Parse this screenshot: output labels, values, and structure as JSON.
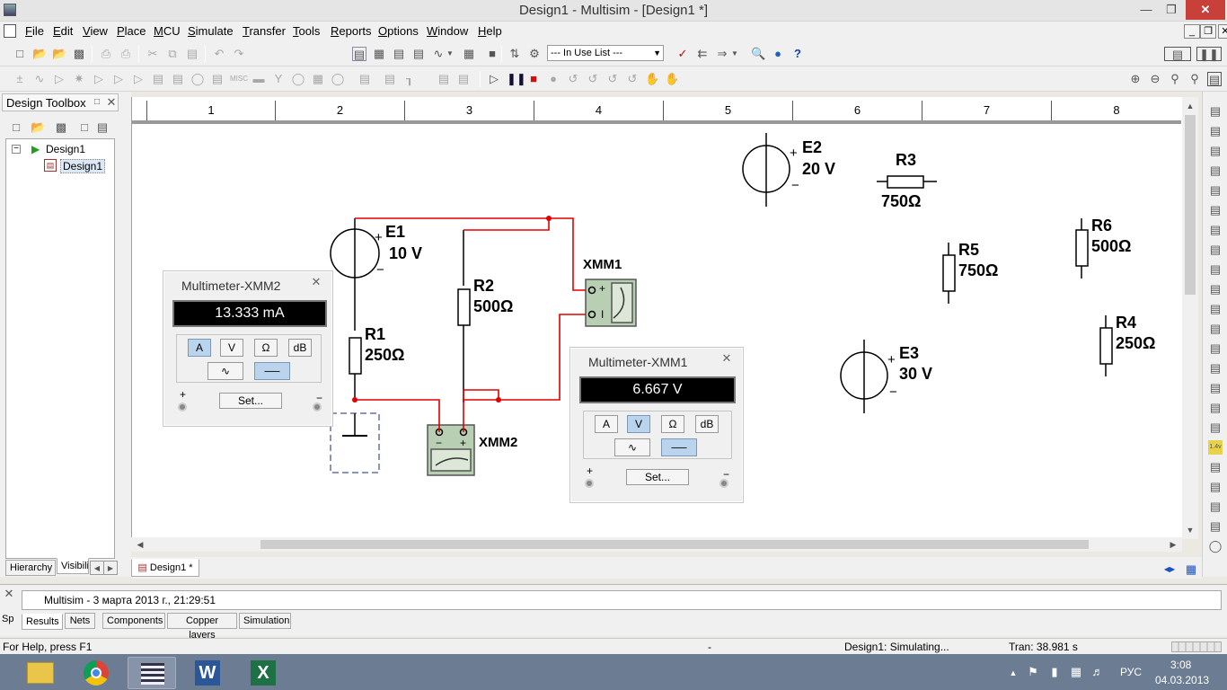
{
  "window": {
    "title": "Design1 - Multisim - [Design1 *]"
  },
  "menu": [
    "File",
    "Edit",
    "View",
    "Place",
    "MCU",
    "Simulate",
    "Transfer",
    "Tools",
    "Reports",
    "Options",
    "Window",
    "Help"
  ],
  "toolbar": {
    "in_use_list": "--- In Use List ---"
  },
  "toolbox": {
    "title": "Design Toolbox",
    "tree": {
      "root": "Design1",
      "child": "Design1"
    },
    "tabs": [
      "Hierarchy",
      "Visibili"
    ]
  },
  "ruler": [
    "1",
    "2",
    "3",
    "4",
    "5",
    "6",
    "7",
    "8"
  ],
  "schematic": {
    "E1": {
      "name": "E1",
      "value": "10 V"
    },
    "E2": {
      "name": "E2",
      "value": "20 V"
    },
    "E3": {
      "name": "E3",
      "value": "30 V"
    },
    "R1": {
      "name": "R1",
      "value": "250Ω"
    },
    "R2": {
      "name": "R2",
      "value": "500Ω"
    },
    "R3": {
      "name": "R3",
      "value": "750Ω"
    },
    "R4": {
      "name": "R4",
      "value": "250Ω"
    },
    "R5": {
      "name": "R5",
      "value": "750Ω"
    },
    "R6": {
      "name": "R6",
      "value": "500Ω"
    },
    "XMM1": "XMM1",
    "XMM2": "XMM2",
    "plus": "+",
    "minus": "−"
  },
  "multimeter_xmm2": {
    "title": "Multimeter-XMM2",
    "reading": "13.333 mA",
    "modes": [
      "A",
      "V",
      "Ω",
      "dB"
    ],
    "active_mode": "A",
    "set_label": "Set...",
    "plus": "+",
    "minus": "−"
  },
  "multimeter_xmm1": {
    "title": "Multimeter-XMM1",
    "reading": "6.667 V",
    "modes": [
      "A",
      "V",
      "Ω",
      "dB"
    ],
    "active_mode": "V",
    "set_label": "Set...",
    "plus": "+",
    "minus": "−"
  },
  "sheet_tab": "Design1 *",
  "spreadsheet": {
    "side_label": "Sp",
    "log_line": "Multisim  -  3 марта 2013 г., 21:29:51",
    "tabs": [
      "Results",
      "Nets",
      "Components",
      "Copper layers",
      "Simulation"
    ]
  },
  "statusbar": {
    "help": "For Help, press F1",
    "dash": "-",
    "simulating": "Design1: Simulating...",
    "tran": "Tran: 38.981 s"
  },
  "taskbar": {
    "lang": "РУС",
    "time": "3:08",
    "date": "04.03.2013"
  },
  "colors": {
    "wire": "#e00000",
    "meter_body": "#b9cfb4",
    "taskbar": "#6b7c93",
    "close": "#c7403a"
  }
}
